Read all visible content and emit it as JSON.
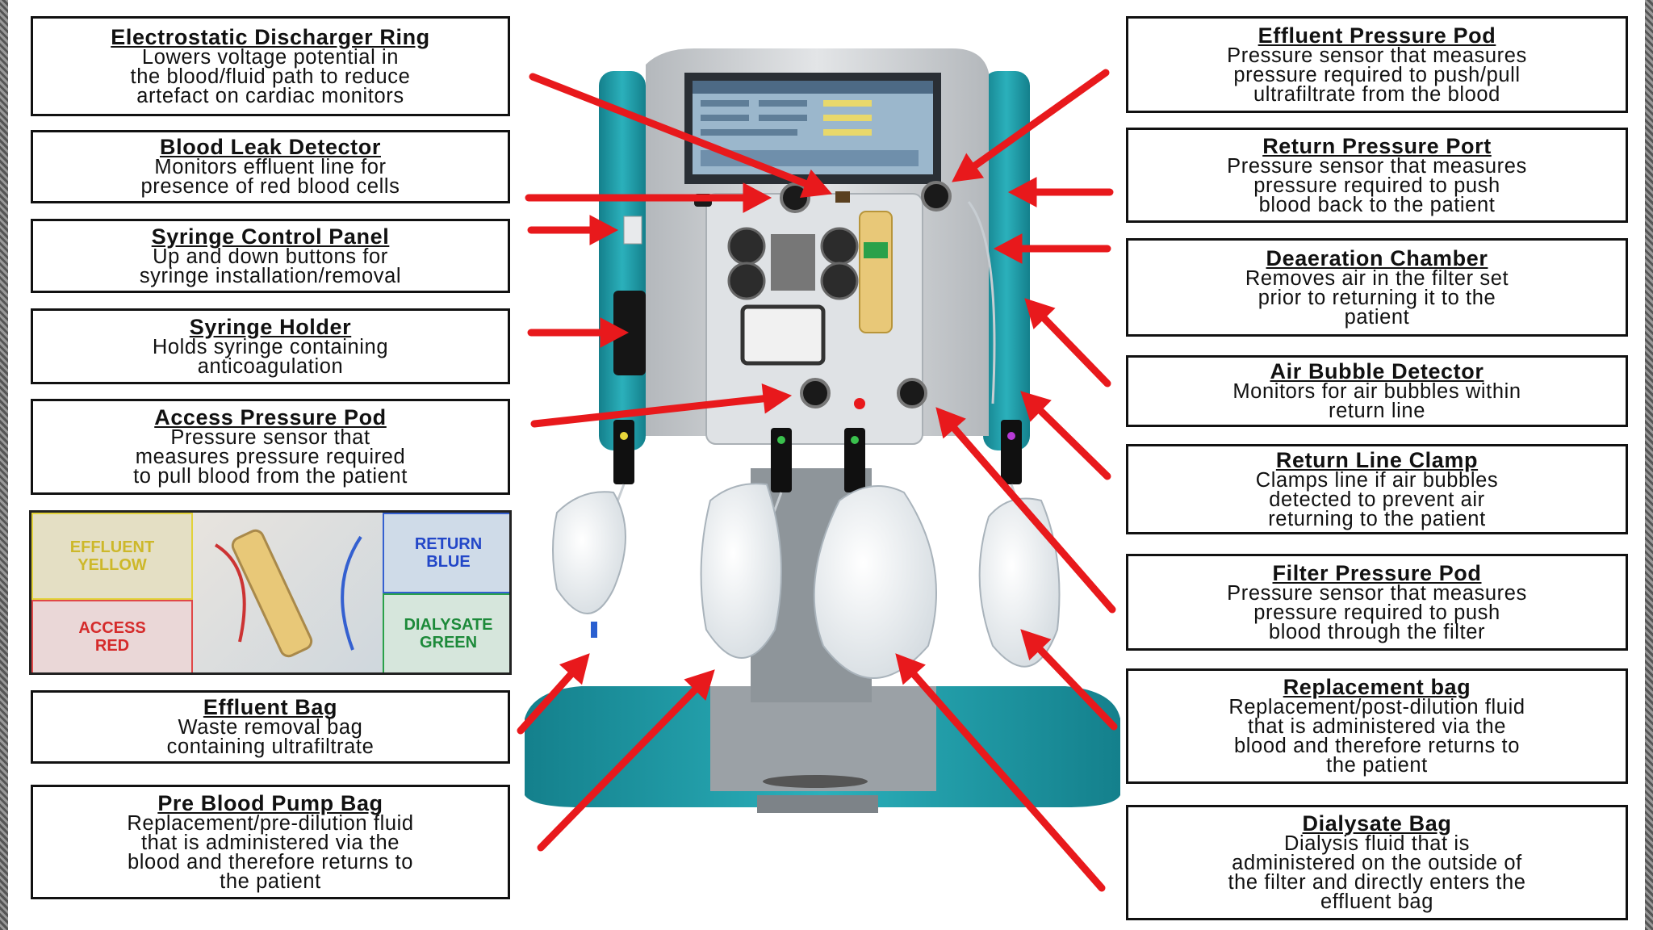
{
  "left_labels": [
    {
      "title": "Electrostatic Discharger Ring",
      "desc": [
        "Lowers voltage potential in",
        "the blood/fluid path to reduce",
        "artefact on cardiac monitors"
      ]
    },
    {
      "title": "Blood Leak Detector",
      "desc": [
        "Monitors effluent line for",
        "presence of red blood cells"
      ]
    },
    {
      "title": "Syringe Control Panel",
      "desc": [
        "Up and down buttons for",
        "syringe installation/removal"
      ]
    },
    {
      "title": "Syringe Holder",
      "desc": [
        "Holds syringe containing",
        "anticoagulation"
      ]
    },
    {
      "title": "Access Pressure Pod",
      "desc": [
        "Pressure sensor that",
        "measures pressure required",
        "to pull blood from the patient"
      ]
    },
    {
      "title": "Effluent Bag",
      "desc": [
        "Waste removal bag",
        "containing ultrafiltrate"
      ]
    },
    {
      "title": "Pre Blood Pump Bag",
      "desc": [
        "Replacement/pre-dilution fluid",
        "that is administered via the",
        "blood and therefore returns to",
        "the patient"
      ]
    }
  ],
  "right_labels": [
    {
      "title": "Effluent Pressure Pod",
      "desc": [
        "Pressure sensor that measures",
        "pressure required to push/pull",
        "ultrafiltrate from the blood"
      ]
    },
    {
      "title": "Return Pressure Port",
      "desc": [
        "Pressure sensor that measures",
        "pressure required to push",
        "blood back to the patient"
      ]
    },
    {
      "title": "Deaeration Chamber",
      "desc": [
        "Removes air in the filter set",
        "prior to returning it to the",
        "patient"
      ]
    },
    {
      "title": "Air Bubble Detector",
      "desc": [
        "Monitors for air bubbles within",
        "return line"
      ]
    },
    {
      "title": "Return Line Clamp",
      "desc": [
        "Clamps line if air bubbles",
        "detected to prevent air",
        "returning to the patient"
      ]
    },
    {
      "title": "Filter Pressure Pod",
      "desc": [
        "Pressure sensor that measures",
        "pressure required to push",
        "blood through the filter"
      ]
    },
    {
      "title": "Replacement bag",
      "desc": [
        "Replacement/post-dilution fluid",
        "that is administered via the",
        "blood and therefore returns to",
        "the patient"
      ]
    },
    {
      "title": "Dialysate Bag",
      "desc": [
        "Dialysis fluid that is",
        "administered on the outside of",
        "the filter and directly enters the",
        "effluent bag"
      ]
    }
  ],
  "legend": {
    "effluent": [
      "EFFLUENT",
      "YELLOW"
    ],
    "return": [
      "RETURN",
      "BLUE"
    ],
    "access": [
      "ACCESS",
      "RED"
    ],
    "dialysate": [
      "DIALYSATE",
      "GREEN"
    ]
  },
  "colors": {
    "arrow": "#e8191c",
    "machine_teal": "#1f9aa6",
    "machine_grey": "#c9ccd0"
  }
}
